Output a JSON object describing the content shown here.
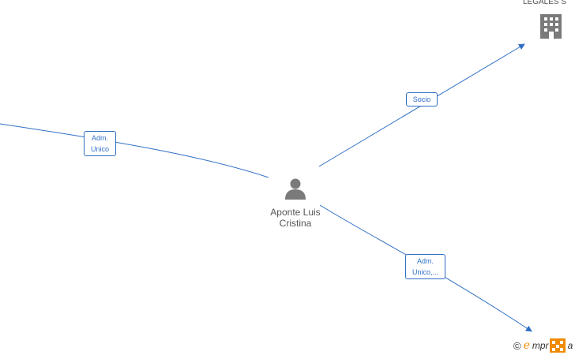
{
  "nodes": {
    "center_person": {
      "name_line1": "Aponte Luis",
      "name_line2": "Cristina",
      "icon": "person-icon"
    },
    "top_right_company": {
      "label": "LEGALES S",
      "icon": "building-icon"
    }
  },
  "edges": {
    "left": {
      "label_line1": "Adm.",
      "label_line2": "Unico"
    },
    "top_right": {
      "label": "Socio"
    },
    "bottom_right": {
      "label_line1": "Adm.",
      "label_line2": "Unico,..."
    }
  },
  "brand": {
    "copyright": "©",
    "text_e": "e",
    "text_mid": "mpr",
    "text_end": "a"
  },
  "colors": {
    "edge": "#2f6fc4",
    "node_icon": "#7a7a7a",
    "brand_orange": "#f08a00"
  }
}
